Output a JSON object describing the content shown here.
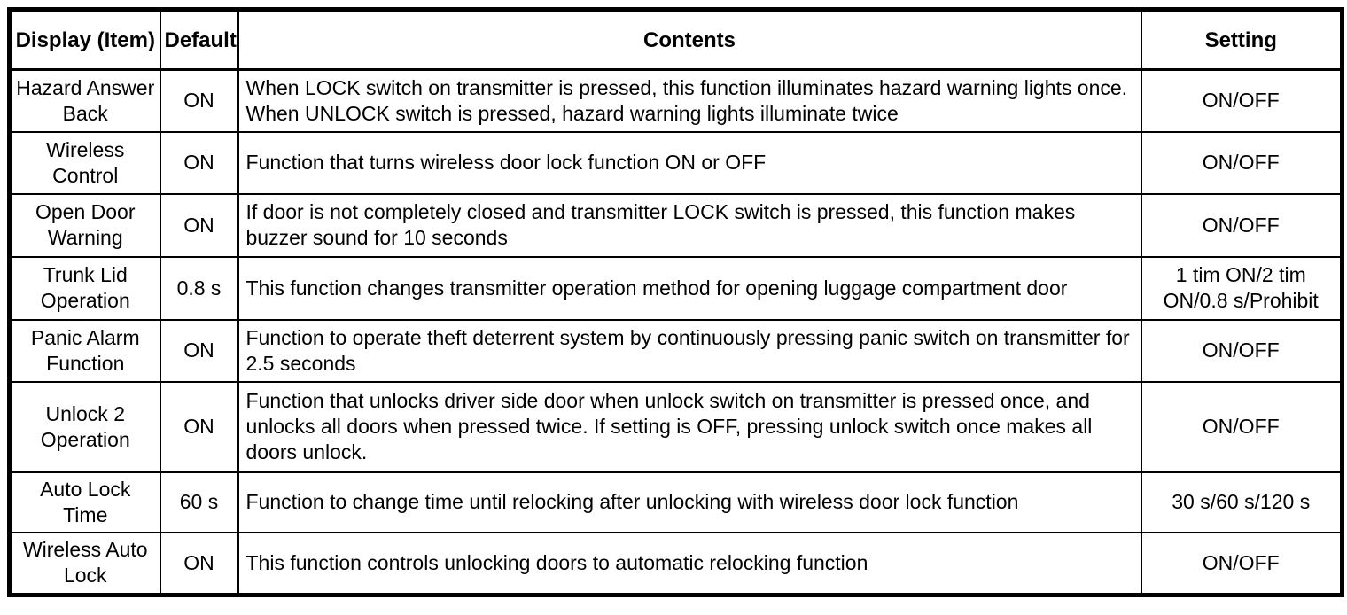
{
  "page": {
    "background_color": "#ffffff",
    "text_color": "#000000",
    "border_color": "#000000"
  },
  "table": {
    "headers": {
      "display": "Display (Item)",
      "default": "Default",
      "contents": "Contents",
      "setting": "Setting"
    },
    "rows": [
      {
        "display": "Hazard Answer Back",
        "default": "ON",
        "contents": "When LOCK switch on transmitter is pressed, this function illuminates hazard warning lights once. When UNLOCK switch is pressed, hazard warning lights illuminate twice",
        "setting": "ON/OFF"
      },
      {
        "display": "Wireless Control",
        "default": "ON",
        "contents": "Function that turns wireless door lock function ON or OFF",
        "setting": "ON/OFF"
      },
      {
        "display": "Open Door Warning",
        "default": "ON",
        "contents": "If door is not completely closed and transmitter LOCK switch is pressed, this function makes buzzer sound for 10 seconds",
        "setting": "ON/OFF"
      },
      {
        "display": "Trunk Lid Operation",
        "default": "0.8 s",
        "contents": "This function changes transmitter operation method for opening luggage compartment door",
        "setting": "1 tim ON/2 tim ON/0.8 s/Prohibit"
      },
      {
        "display": "Panic Alarm Function",
        "default": "ON",
        "contents": "Function to operate theft deterrent system by continuously pressing panic switch on transmitter for 2.5 seconds",
        "setting": "ON/OFF"
      },
      {
        "display": "Unlock 2 Operation",
        "default": "ON",
        "contents": "Function that unlocks driver side door when unlock switch on transmitter is pressed once, and unlocks all doors when pressed twice. If setting is OFF, pressing unlock switch once makes all doors unlock.",
        "setting": "ON/OFF"
      },
      {
        "display": "Auto Lock Time",
        "default": "60 s",
        "contents": "Function to change time until relocking after unlocking with wireless door lock function",
        "setting": "30 s/60 s/120 s"
      },
      {
        "display": "Wireless Auto Lock",
        "default": "ON",
        "contents": "This function controls unlocking doors to automatic relocking function",
        "setting": "ON/OFF"
      }
    ]
  }
}
